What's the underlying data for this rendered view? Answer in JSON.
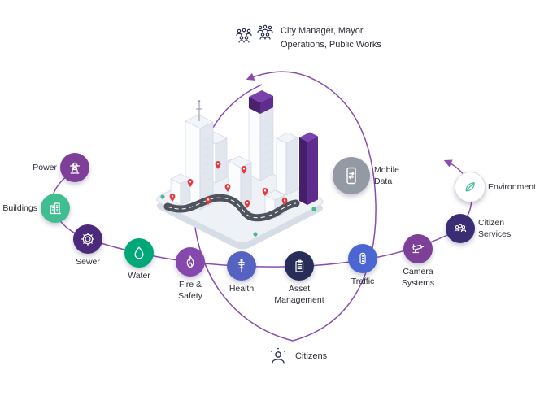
{
  "labels": {
    "managers": "City Manager, Mayor,\nOperations, Public Works",
    "citizens": "Citizens"
  },
  "colors": {
    "flow": "#8a4cad",
    "text": "#2e2e38",
    "pin_red": "#e23a40",
    "city_purple": "#5e2d8d",
    "tree_green": "#49b98f"
  },
  "nodes": [
    {
      "label": "Power",
      "icon": "power-tower-icon",
      "color": "#7d3f98"
    },
    {
      "label": "Buildings",
      "icon": "buildings-icon",
      "color": "#41bd92"
    },
    {
      "label": "Sewer",
      "icon": "gear-icon",
      "color": "#4b2a7b"
    },
    {
      "label": "Water",
      "icon": "water-drop-icon",
      "color": "#00a878"
    },
    {
      "label": "Fire &\nSafety",
      "icon": "flame-icon",
      "color": "#8548ad"
    },
    {
      "label": "Health",
      "icon": "caduceus-icon",
      "color": "#5562c1"
    },
    {
      "label": "Asset\nManagement",
      "icon": "clipboard-icon",
      "color": "#272d58"
    },
    {
      "label": "Traffic",
      "icon": "traffic-light-icon",
      "color": "#4b66d2"
    },
    {
      "label": "Camera\nSystems",
      "icon": "cctv-icon",
      "color": "#7d3f98"
    },
    {
      "label": "Citizen Services",
      "icon": "people-icon",
      "color": "#3a2d73"
    },
    {
      "label": "Environment",
      "icon": "leaf-icon",
      "color": "#ffffff",
      "border": "#d8dde2",
      "icon_color": "#3fbf92"
    }
  ],
  "mobile_node": {
    "label": "Mobile\nData",
    "icon": "mobile-data-icon",
    "color": "#939aa4"
  }
}
